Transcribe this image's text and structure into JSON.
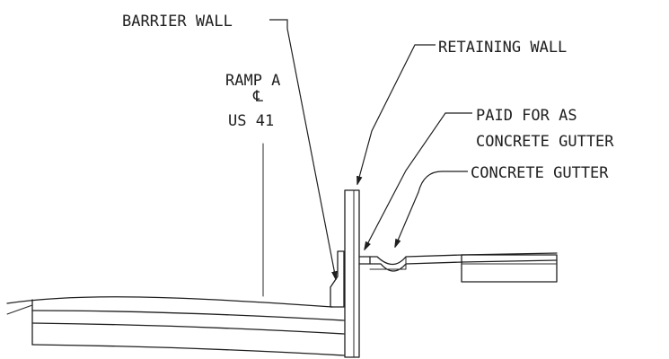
{
  "callouts": {
    "barrier_wall": "BARRIER WALL",
    "retaining_wall": "RETAINING WALL",
    "paid_for_line1": "PAID FOR AS",
    "paid_for_line2": "CONCRETE GUTTER",
    "concrete_gutter": "CONCRETE GUTTER"
  },
  "centerline": {
    "line1": "RAMP A",
    "line2": "℄",
    "line3": "US 41"
  },
  "colors": {
    "ink": "#1f1f1f",
    "paper": "#ffffff"
  }
}
